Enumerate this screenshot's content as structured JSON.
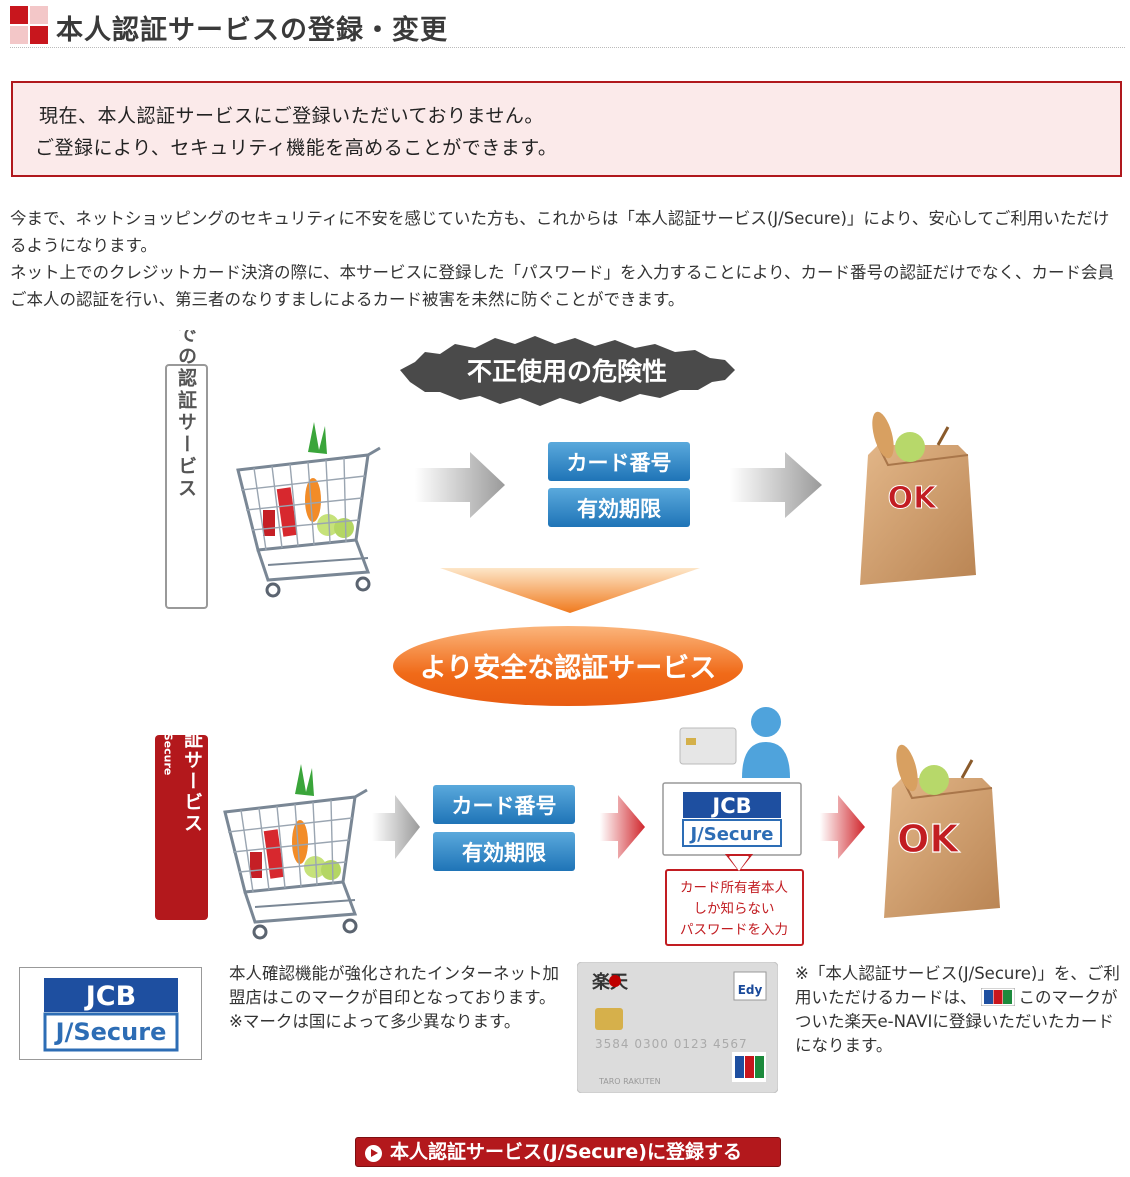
{
  "header": {
    "title": "本人認証サービスの登録・変更"
  },
  "notice": {
    "line1": "現在、本人認証サービスにご登録いただいておりません。",
    "line2": "ご登録により、セキュリティ機能を高めることができます。"
  },
  "description": {
    "para1": "今まで、ネットショッピングのセキュリティに不安を感じていた方も、これからは「本人認証サービス(J/Secure)」により、安心してご利用いただけるようになります。",
    "para2": "ネット上でのクレジットカード決済の際に、本サービスに登録した「パスワード」を入力することにより、カード番号の認証だけでなく、カード会員ご本人の認証を行い、第三者のなりすましによるカード被害を未然に防ぐことができます。"
  },
  "diagram": {
    "old_label": "今までの認証サービス",
    "danger_badge": "不正使用の危険性",
    "card_number": "カード番号",
    "expiry": "有効期限",
    "ok": "OK",
    "safer_badge": "より安全な認証サービス",
    "new_label_main": "本人認証サービス",
    "new_label_sub": "J/Secure",
    "jcb_text": "JCB",
    "jsecure_text": "J/Secure",
    "callout": [
      "カード所有者本人",
      "しか知らない",
      "パスワードを入力"
    ]
  },
  "mark": {
    "jcb": "JCB",
    "jsecure": "J/Secure",
    "line1": "本人確認機能が強化されたインターネット加盟店はこのマークが目印となっております。",
    "line2": "※マークは国によって多少異なります。"
  },
  "card_info": {
    "text_before": "※「本人認証サービス(J/Secure)」を、ご利用いただけるカードは、",
    "text_after": "このマークがついた楽天e-NAVIに登録いただいたカードになります。",
    "card_brand": "楽天",
    "card_edy": "Edy",
    "card_number": "3584 0300 0123 4567",
    "card_name": "TARO RAKUTEN"
  },
  "register_button": {
    "label": "本人認証サービス(J/Secure)に登録する"
  },
  "colors": {
    "accent_red": "#b0181d",
    "notice_bg": "#fbeaea",
    "blue_box": "#2d87c5",
    "orange": "#f07a1e"
  }
}
